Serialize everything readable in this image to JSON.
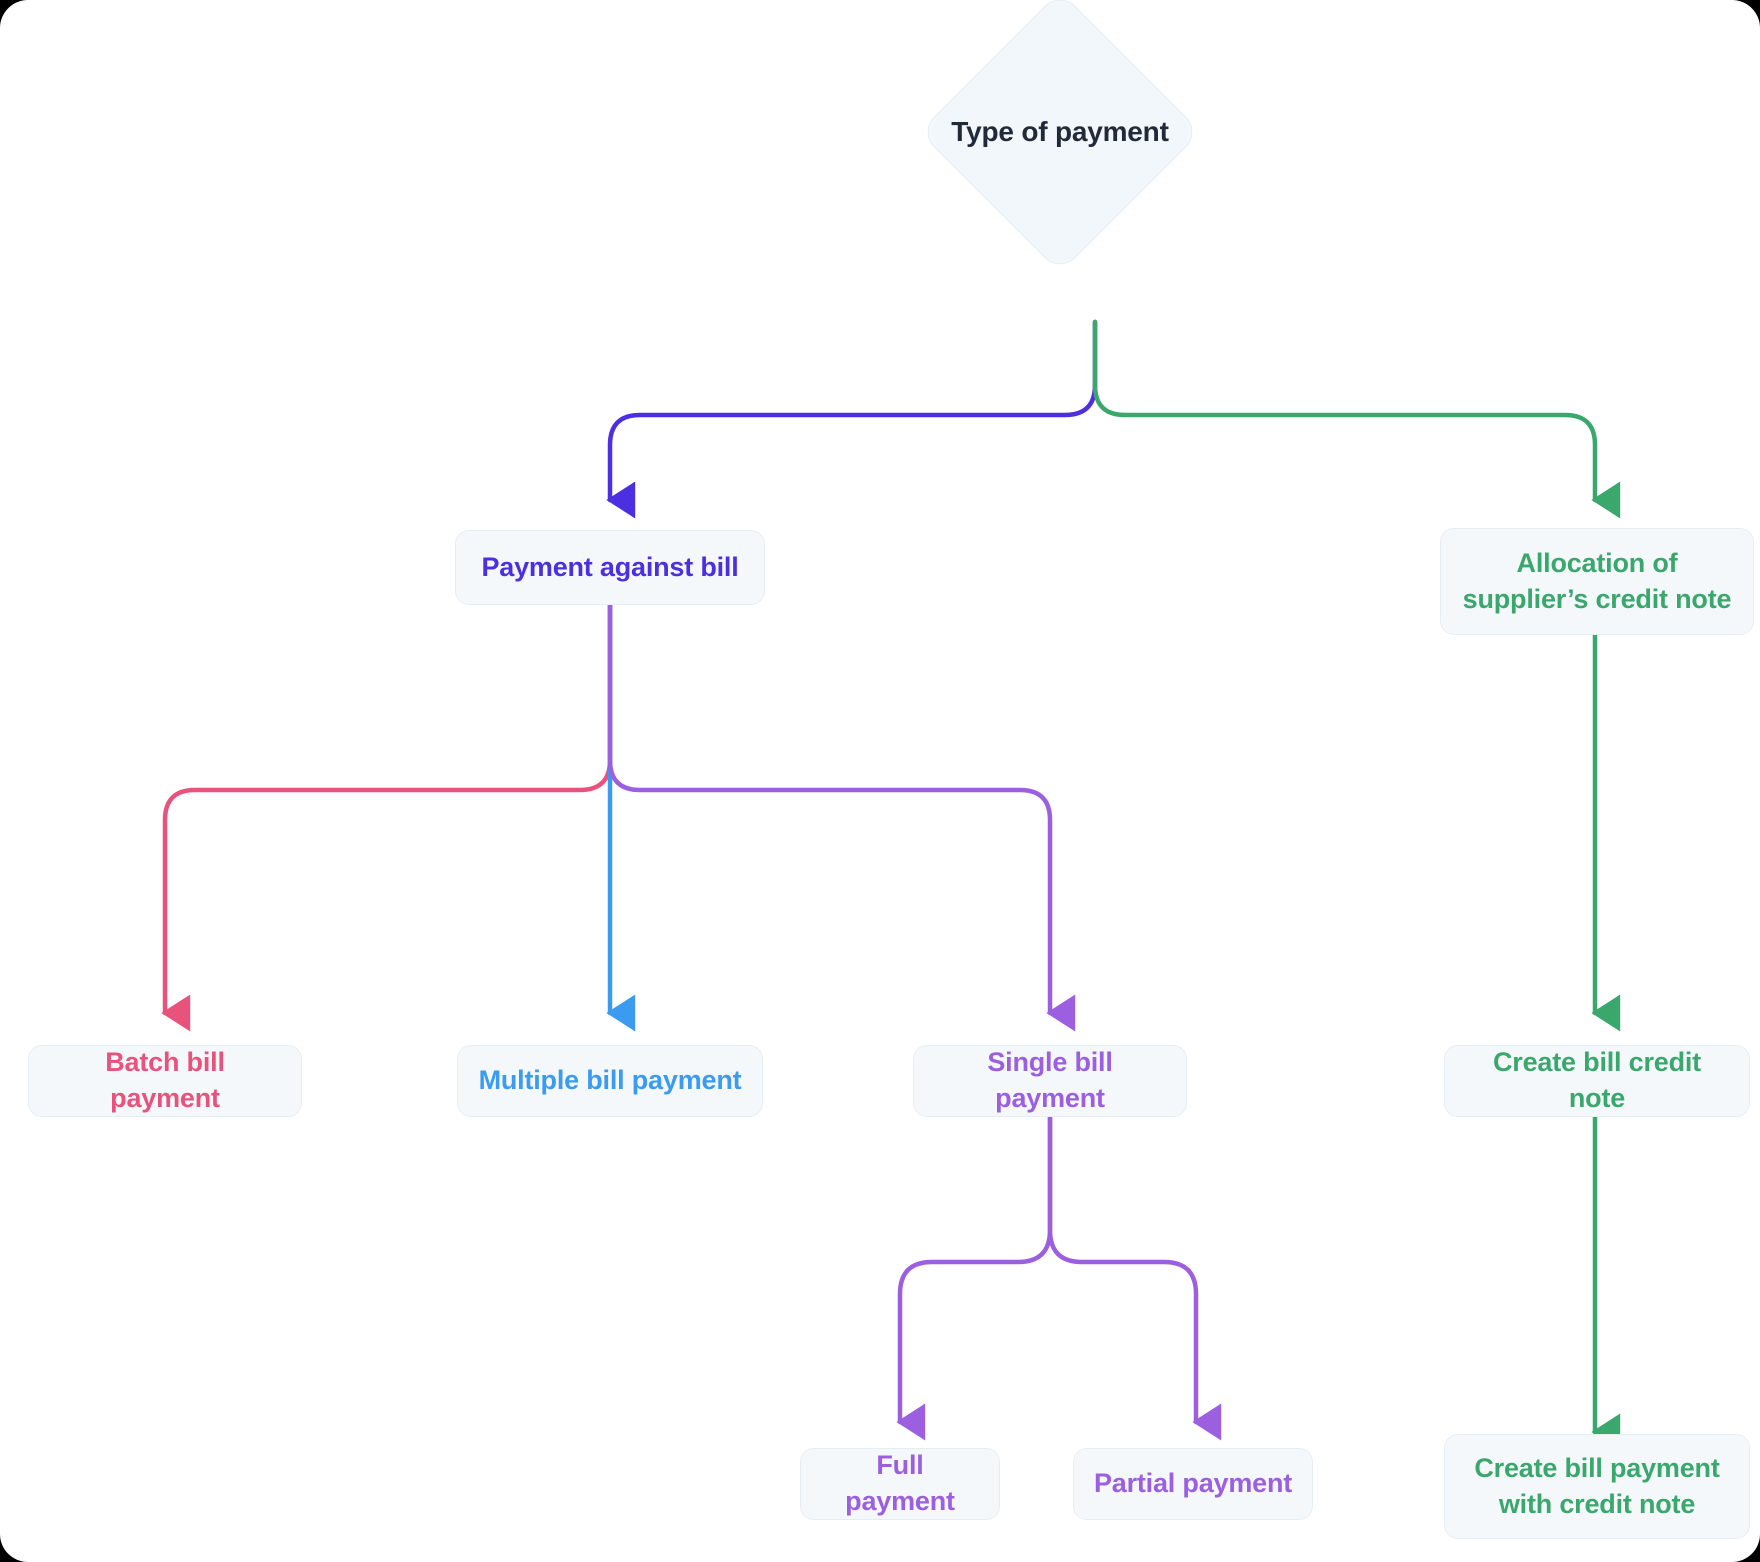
{
  "diagram": {
    "title": "Type of payment",
    "type": "flowchart",
    "colors": {
      "root_text": "#222a39",
      "node_fill": "#f5f8fb",
      "node_border": "#e6eef5",
      "indigo": "#4b2fe0",
      "green": "#3aa76d",
      "blue": "#3b9bf0",
      "pink": "#e8537e",
      "purple": "#9b5fe0",
      "violet": "#8f5fe8",
      "canvas": "#ffffff"
    },
    "root": {
      "label": "Type of payment",
      "shape": "diamond"
    },
    "nodes": [
      {
        "id": "payment-against-bill",
        "label": "Payment against bill",
        "color": "#4b2fe0",
        "level": 1
      },
      {
        "id": "allocation-supplier-credit-note",
        "label": "Allocation of supplier’s credit note",
        "color": "#3aa76d",
        "level": 1
      },
      {
        "id": "batch-bill-payment",
        "label": "Batch bill payment",
        "color": "#e8537e",
        "level": 2
      },
      {
        "id": "multiple-bill-payment",
        "label": "Multiple bill payment",
        "color": "#3b9bf0",
        "level": 2
      },
      {
        "id": "single-bill-payment",
        "label": "Single bill payment",
        "color": "#9b5fe0",
        "level": 2
      },
      {
        "id": "create-bill-credit-note",
        "label": "Create bill credit note",
        "color": "#3aa76d",
        "level": 2
      },
      {
        "id": "full-payment",
        "label": "Full payment",
        "color": "#9b5fe0",
        "level": 3
      },
      {
        "id": "partial-payment",
        "label": "Partial payment",
        "color": "#9b5fe0",
        "level": 3
      },
      {
        "id": "create-bill-payment-with-credit-note",
        "label": "Create bill payment with credit note",
        "line1": "Create bill payment",
        "line2": "with credit note",
        "color": "#3aa76d",
        "level": 3
      }
    ],
    "edges": [
      {
        "from": "Type of payment",
        "to": "Payment against bill",
        "color": "#4b2fe0"
      },
      {
        "from": "Type of payment",
        "to": "Allocation of supplier’s credit note",
        "color": "#3aa76d"
      },
      {
        "from": "Payment against bill",
        "to": "Batch bill payment",
        "color": "#e8537e"
      },
      {
        "from": "Payment against bill",
        "to": "Multiple bill payment",
        "color": "#3b9bf0"
      },
      {
        "from": "Payment against bill",
        "to": "Single bill payment",
        "color": "#9b5fe0"
      },
      {
        "from": "Allocation of supplier’s credit note",
        "to": "Create bill credit note",
        "color": "#3aa76d"
      },
      {
        "from": "Single bill payment",
        "to": "Full payment",
        "color": "#9b5fe0"
      },
      {
        "from": "Single bill payment",
        "to": "Partial payment",
        "color": "#9b5fe0"
      },
      {
        "from": "Create bill credit note",
        "to": "Create bill payment with credit note",
        "color": "#3aa76d"
      }
    ]
  }
}
